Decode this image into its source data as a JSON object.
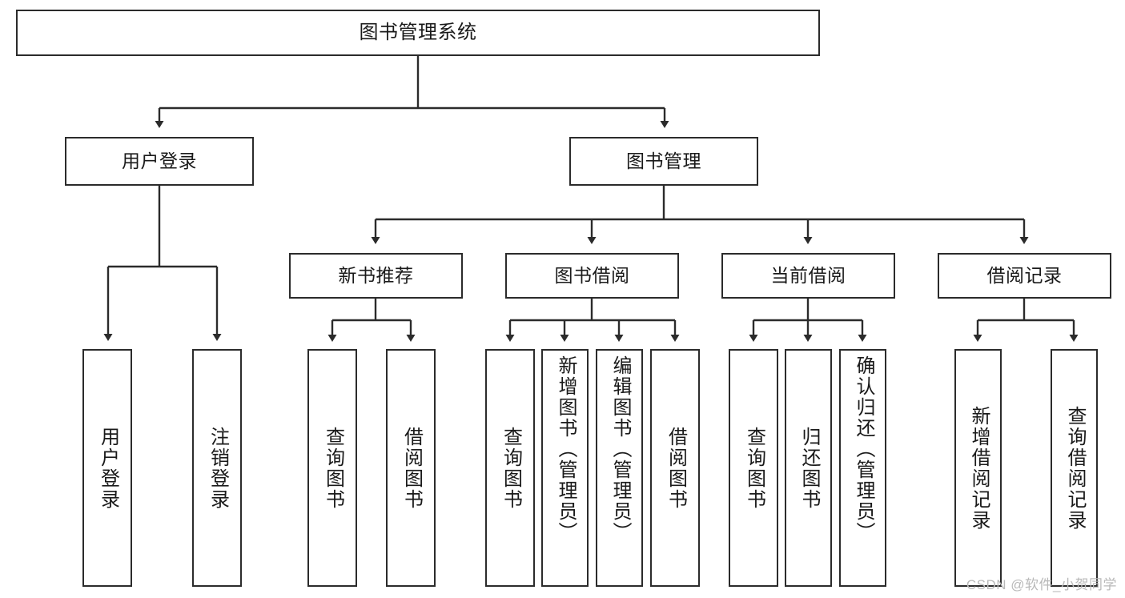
{
  "diagram": {
    "title": "图书管理系统",
    "root": {
      "label": "图书管理系统"
    },
    "level2": [
      {
        "label": "用户登录"
      },
      {
        "label": "图书管理"
      }
    ],
    "level3": [
      {
        "label": "新书推荐"
      },
      {
        "label": "图书借阅"
      },
      {
        "label": "当前借阅"
      },
      {
        "label": "借阅记录"
      }
    ],
    "leaves": [
      {
        "label": "用户登录"
      },
      {
        "label": "注销登录"
      },
      {
        "label": "查询图书"
      },
      {
        "label": "借阅图书"
      },
      {
        "label": "查询图书"
      },
      {
        "label": "新增图书（管理员）"
      },
      {
        "label": "编辑图书（管理员）"
      },
      {
        "label": "借阅图书"
      },
      {
        "label": "查询图书"
      },
      {
        "label": "归还图书"
      },
      {
        "label": "确认归还（管理员）"
      },
      {
        "label": "新增借阅记录"
      },
      {
        "label": "查询借阅记录"
      }
    ],
    "colors": {
      "stroke": "#2b2b2b",
      "fill": "#ffffff",
      "text": "#1a1a1a",
      "watermark": "#b9b9b9"
    }
  },
  "watermark": {
    "text": "CSDN @软件_小贺同学"
  }
}
